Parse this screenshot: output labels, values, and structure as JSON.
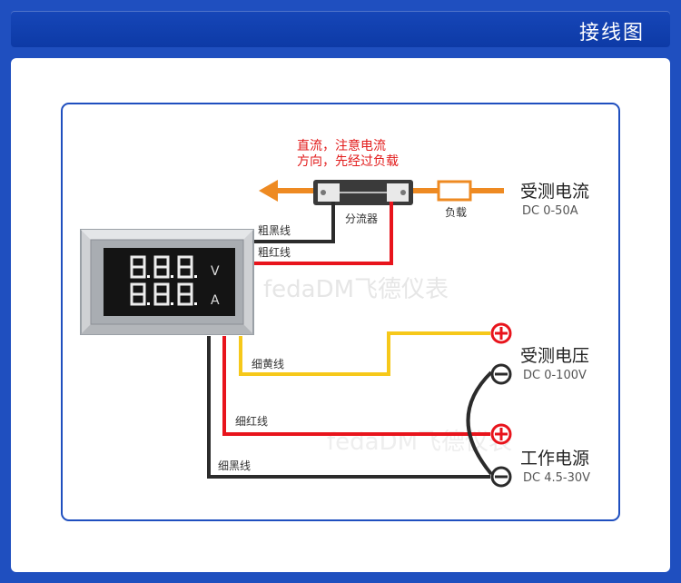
{
  "header": {
    "title": "接线图"
  },
  "warning": {
    "line1": "直流，注意电流",
    "line2": "方向，先经过负载"
  },
  "shunt": {
    "label": "分流器"
  },
  "load": {
    "label": "负载"
  },
  "current_source": {
    "title": "受测电流",
    "spec": "DC 0-50A"
  },
  "voltage_source": {
    "title": "受测电压",
    "spec": "DC 0-100V"
  },
  "power_source": {
    "title": "工作电源",
    "spec": "DC 4.5-30V"
  },
  "meter": {
    "unit_v": "V",
    "unit_a": "A"
  },
  "wires": {
    "thick_black": "粗黑线",
    "thick_red": "粗红线",
    "thin_yellow": "细黄线",
    "thin_red": "细红线",
    "thin_black": "细黑线"
  },
  "watermark": {
    "text1": "fedaDM飞德仪表",
    "text2": "fedaDM飞德仪表"
  },
  "colors": {
    "accent_blue": "#1f4fbf",
    "wire_red": "#e8141c",
    "wire_yellow": "#f6c81a",
    "wire_black": "#2b2b2b",
    "arrow_orange": "#ee8a22",
    "warning_red": "#e21b1b"
  }
}
